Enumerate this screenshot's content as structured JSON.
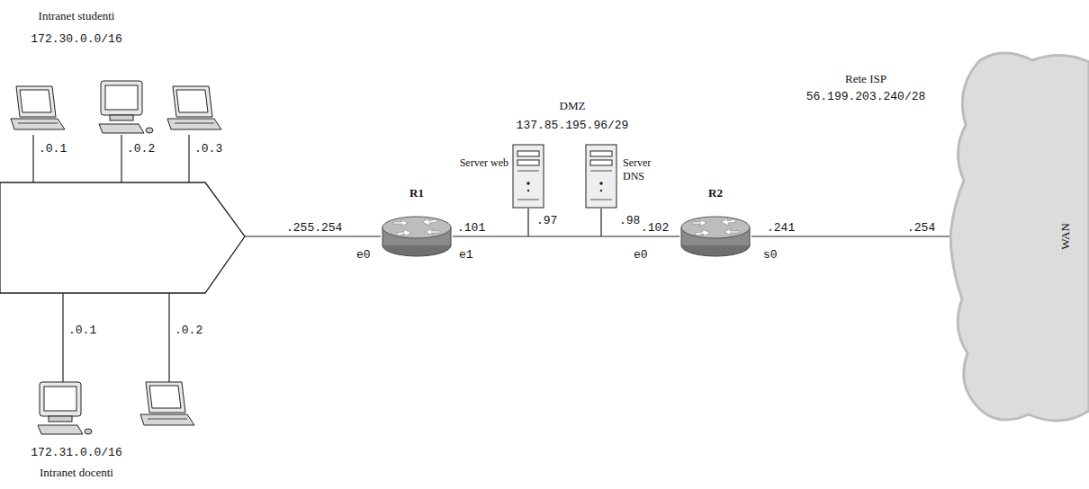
{
  "diagram": {
    "nodes": [
      {
        "text": [
          "R1"
        ]
      },
      {
        "text": [
          "Server web"
        ]
      },
      {
        "text": [
          "Server DNS"
        ]
      },
      {
        "text": [
          "R2"
        ]
      },
      {
        "text": [
          "WAN"
        ]
      }
    ],
    "edges": [
      {
        "from": 0,
        "to": 3,
        "arrow": "none"
      },
      {
        "from": 3,
        "to": 4,
        "arrow": "none"
      }
    ],
    "labels": [
      "Intranet studenti",
      "172.30.0.0/16",
      ".0.1",
      ".0.2",
      ".0.3",
      ".0.1",
      ".0.2",
      "172.31.0.0/16",
      "Intranet docenti",
      "DMZ",
      "137.85.195.96/29",
      ".255.254",
      "e0",
      ".101",
      "e1",
      ".97",
      ".98",
      ".102",
      "e0",
      ".241",
      "s0",
      "Rete ISP",
      "56.199.203.240/28",
      ".254"
    ]
  }
}
